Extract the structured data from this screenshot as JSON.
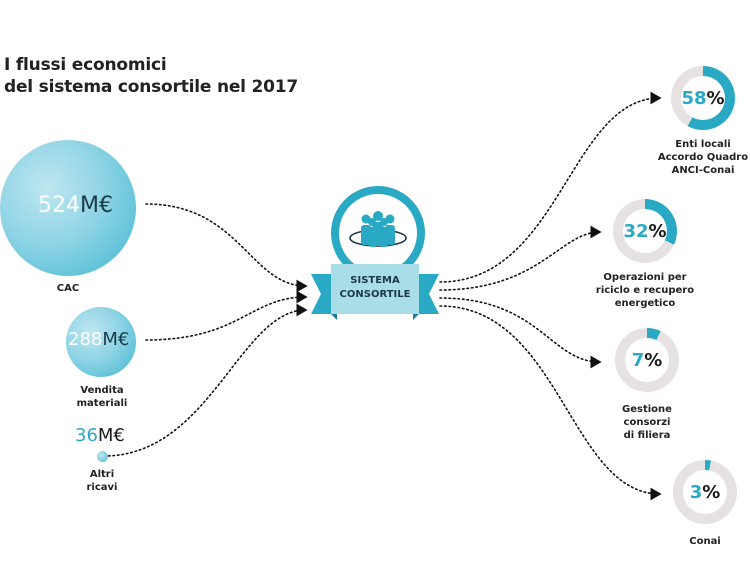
{
  "title": {
    "line1": "I flussi economici",
    "line2": "del sistema consortile nel 2017"
  },
  "sources": [
    {
      "value": "524",
      "unit": "M€",
      "label_lines": [
        "CAC"
      ]
    },
    {
      "value": "288",
      "unit": "M€",
      "label_lines": [
        "Vendita",
        "materiali"
      ]
    },
    {
      "value": "36",
      "unit": "M€",
      "label_lines": [
        "Altri",
        "ricavi"
      ]
    }
  ],
  "hub": {
    "line1": "SISTEMA",
    "line2": "CONSORTILE",
    "icon": "people-group-icon"
  },
  "destinations": [
    {
      "percent": 58,
      "value": "58",
      "sign": "%",
      "label_lines": [
        "Enti locali",
        "Accordo Quadro",
        "ANCI-Conai"
      ]
    },
    {
      "percent": 32,
      "value": "32",
      "sign": "%",
      "label_lines": [
        "Operazioni per",
        "riciclo e recupero",
        "energetico"
      ]
    },
    {
      "percent": 7,
      "value": "7",
      "sign": "%",
      "label_lines": [
        "Gestione",
        "consorzi",
        "di filiera"
      ]
    },
    {
      "percent": 3,
      "value": "3",
      "sign": "%",
      "label_lines": [
        "Conai"
      ]
    }
  ],
  "colors": {
    "accent": "#2aa9c5",
    "ring_track": "#e6e2e2",
    "banner": "#a9dde8",
    "banner_dark": "#2aa9c5",
    "text": "#1a1a1a"
  }
}
